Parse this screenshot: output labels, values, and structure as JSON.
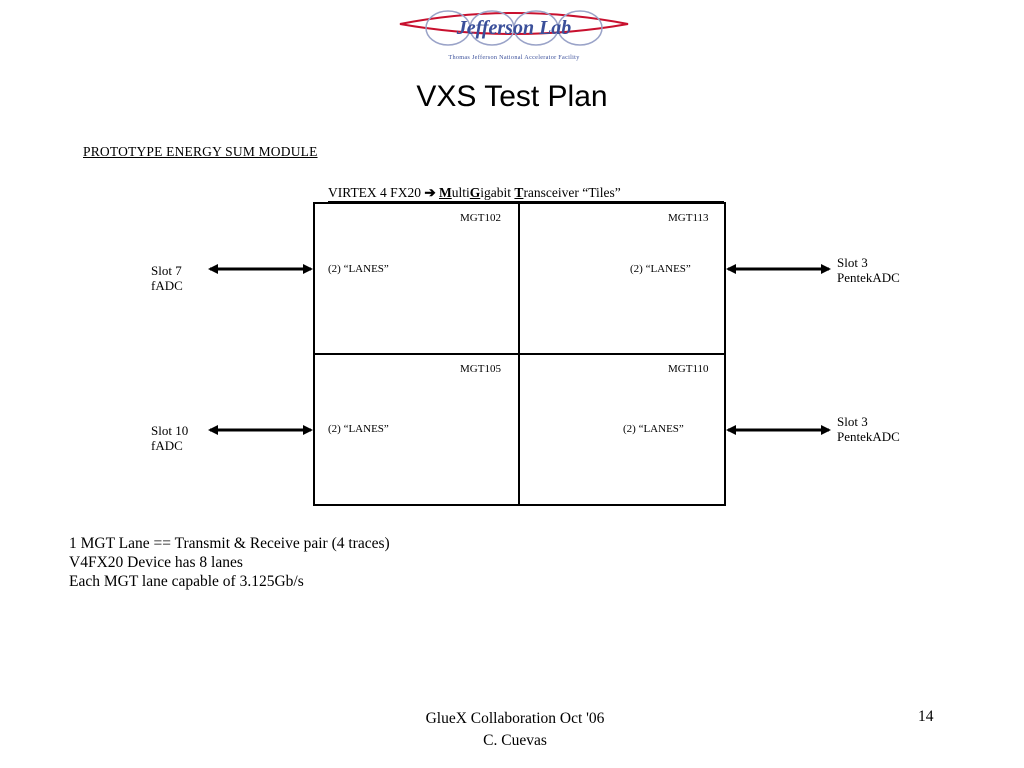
{
  "logo": {
    "name": "Jefferson Lab",
    "subtitle": "Thomas Jefferson National Accelerator Facility"
  },
  "slide": {
    "title": "VXS Test Plan"
  },
  "diagram": {
    "module_label": "PROTOTYPE ENERGY SUM MODULE",
    "device_title": {
      "prefix": "VIRTEX  4  FX20 ",
      "arrow": "➔",
      "m": "M",
      "m_rest": "ulti",
      "g": "G",
      "g_rest": "igabit ",
      "t": "T",
      "t_rest": "ransceiver   “Tiles”"
    },
    "tiles": [
      {
        "id": "MGT102",
        "lanes": "(2) “LANES”"
      },
      {
        "id": "MGT113",
        "lanes": "(2) “LANES”"
      },
      {
        "id": "MGT105",
        "lanes": "(2) “LANES”"
      },
      {
        "id": "MGT110",
        "lanes": "(2) “LANES”"
      }
    ],
    "left_slots": [
      {
        "line1": "Slot 7",
        "line2": "fADC"
      },
      {
        "line1": "Slot 10",
        "line2": "fADC"
      }
    ],
    "right_slots": [
      {
        "line1": "Slot 3",
        "line2": "PentekADC"
      },
      {
        "line1": "Slot 3",
        "line2": "PentekADC"
      }
    ],
    "notes": [
      "1 MGT Lane == Transmit & Receive pair (4 traces)",
      "V4FX20 Device has 8 lanes",
      "Each MGT lane capable of 3.125Gb/s"
    ]
  },
  "footer": {
    "line1": "GlueX Collaboration Oct '06",
    "line2": "C. Cuevas",
    "page": "14"
  },
  "colors": {
    "logo_red": "#c8102e",
    "logo_blue": "#3a4f9a"
  }
}
